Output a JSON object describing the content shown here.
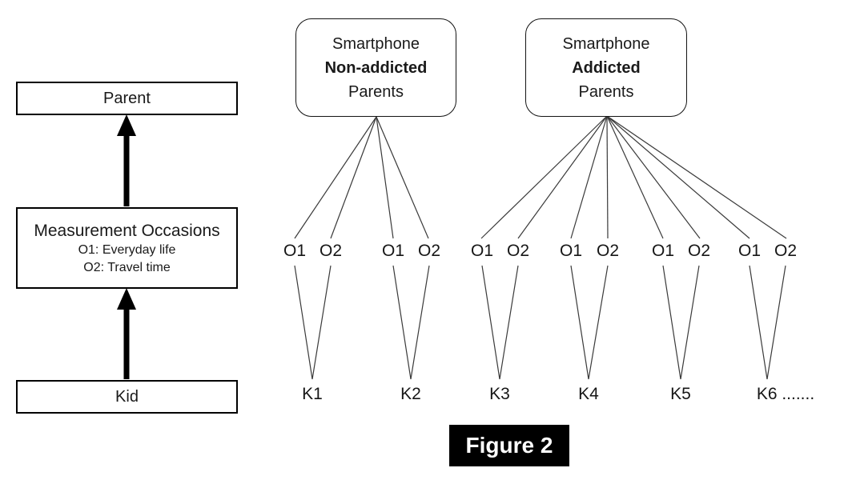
{
  "figure": {
    "caption": "Figure 2"
  },
  "left_panel": {
    "parent_label": "Parent",
    "measurement_box": {
      "title": "Measurement Occasions",
      "occasion1": "O1: Everyday life",
      "occasion2": "O2: Travel time"
    },
    "kid_label": "Kid"
  },
  "right_panel": {
    "group_boxes": [
      {
        "line1": "Smartphone",
        "line2": "Non-addicted",
        "line3": "Parents"
      },
      {
        "line1": "Smartphone",
        "line2": "Addicted",
        "line3": "Parents"
      }
    ],
    "occasion_labels": [
      "O1",
      "O2",
      "O1",
      "O2",
      "O1",
      "O2",
      "O1",
      "O2",
      "O1",
      "O2",
      "O1",
      "O2"
    ],
    "kid_labels": [
      "K1",
      "K2",
      "K3",
      "K4",
      "K5",
      "K6 ......."
    ]
  },
  "colors": {
    "background": "#ffffff",
    "line": "#3a3a3a",
    "box_border": "#000000",
    "text": "#1a1a1a",
    "caption_background": "#000000",
    "caption_text": "#ffffff"
  }
}
